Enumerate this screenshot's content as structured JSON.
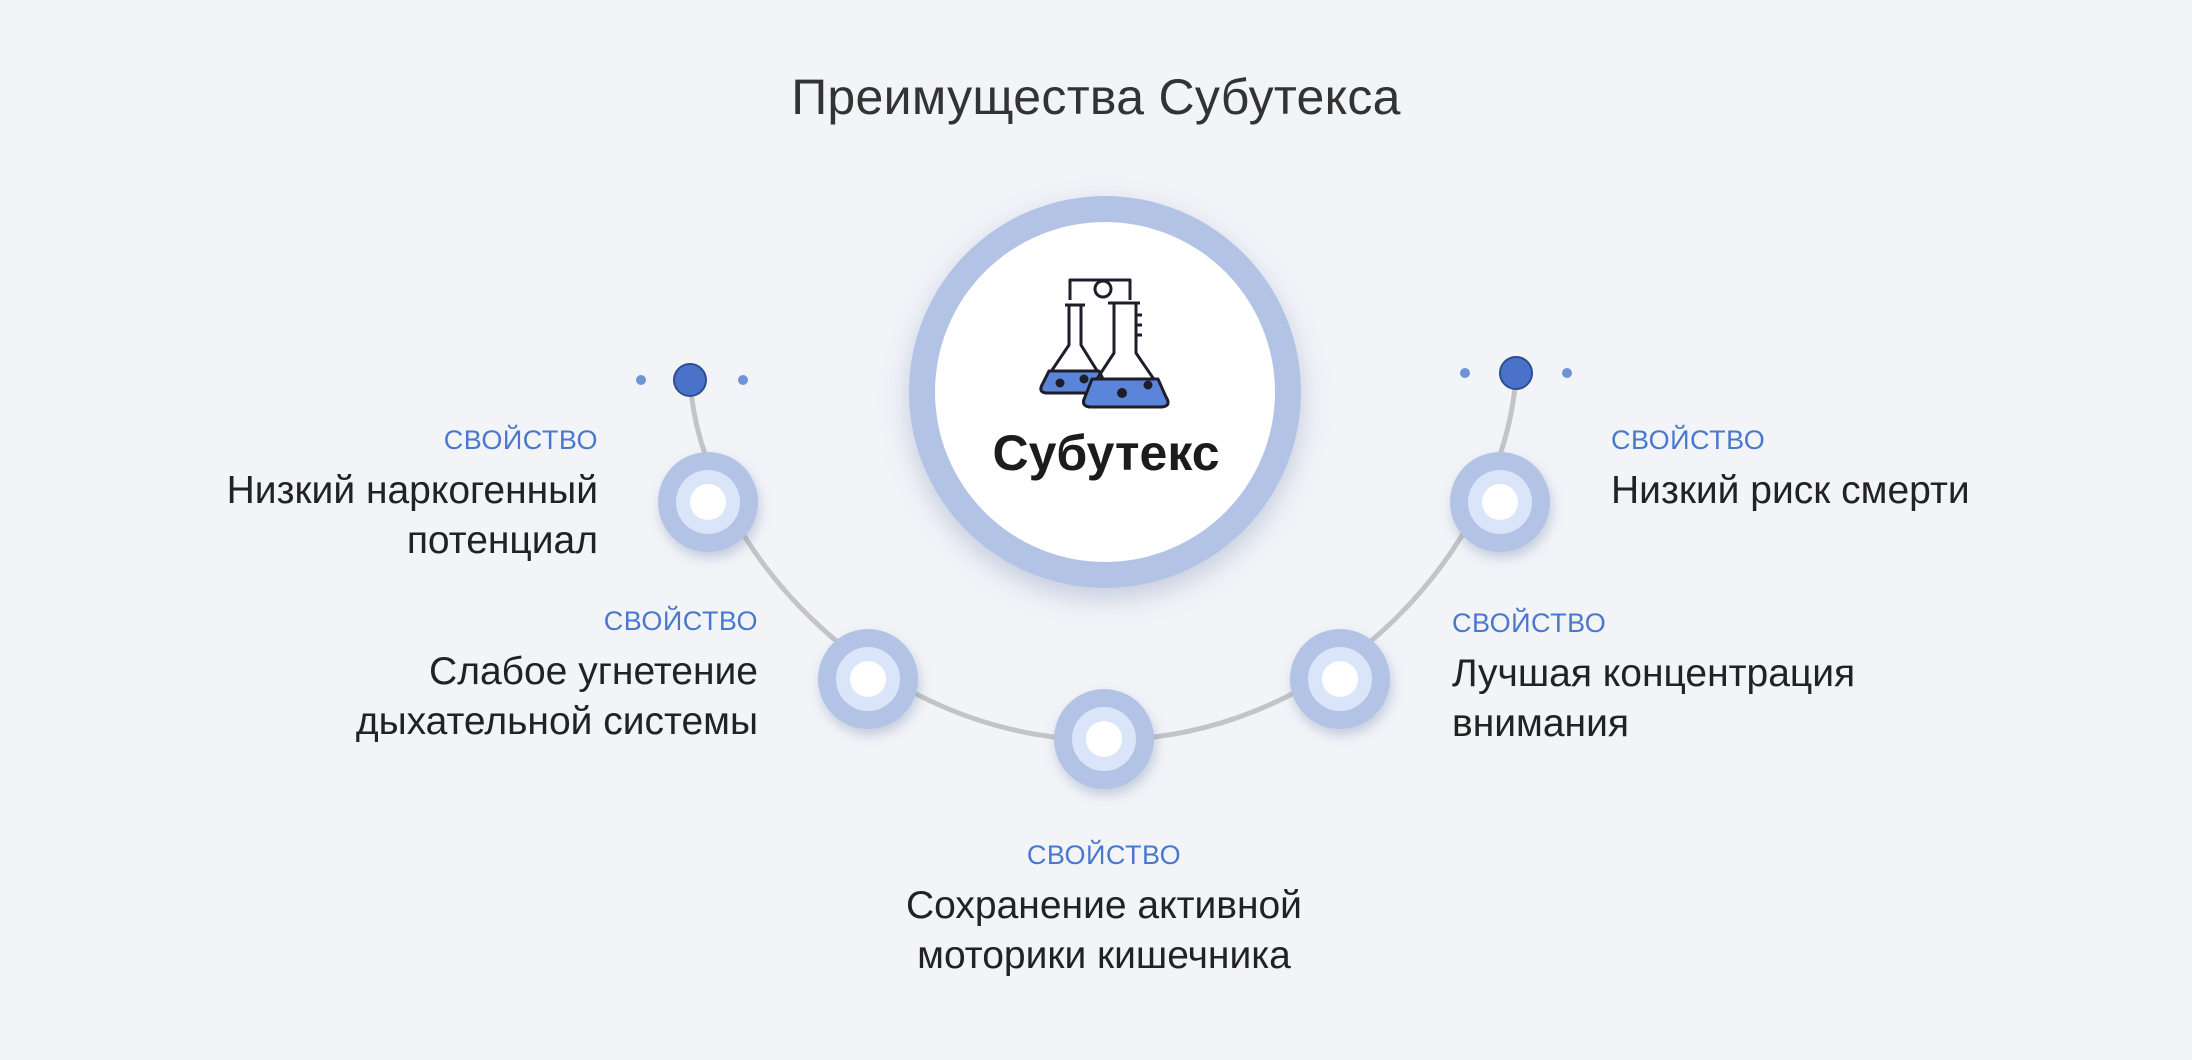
{
  "title": "Преимущества Субутекса",
  "center": {
    "label": "Субутекс",
    "icon": "lab-flasks-icon"
  },
  "colors": {
    "accent": "#4a78cc",
    "ring": "#b3c3e6",
    "arc": "#c4c4c4",
    "background": "#f2f4f8"
  },
  "properties": [
    {
      "tag": "СВОЙСТВО",
      "line1": "Низкий наркогенный",
      "line2": "потенциал"
    },
    {
      "tag": "СВОЙСТВО",
      "line1": "Слабое угнетение",
      "line2": "дыхательной системы"
    },
    {
      "tag": "СВОЙСТВО",
      "line1": "Сохранение активной",
      "line2": "моторики кишечника"
    },
    {
      "tag": "СВОЙСТВО",
      "line1": "Лучшая концентрация",
      "line2": "внимания"
    },
    {
      "tag": "СВОЙСТВО",
      "line1": "Низкий риск смерти",
      "line2": ""
    }
  ]
}
